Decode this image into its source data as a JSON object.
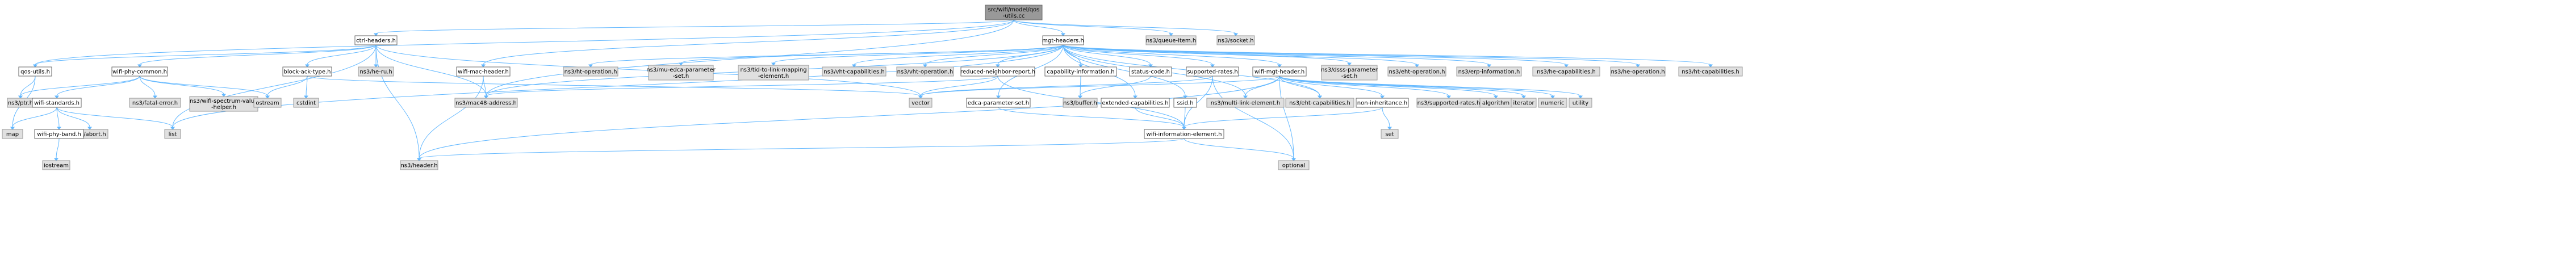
{
  "diagram": {
    "nodes": [
      {
        "id": "src",
        "label": [
          "src/wifi/model/qos",
          "-utils.cc"
        ],
        "kind": "src"
      },
      {
        "id": "ctrl",
        "label": [
          "ctrl-headers.h"
        ],
        "kind": "local"
      },
      {
        "id": "mgt",
        "label": [
          "mgt-headers.h"
        ],
        "kind": "local"
      },
      {
        "id": "queueitem",
        "label": [
          "ns3/queue-item.h"
        ],
        "kind": "ext"
      },
      {
        "id": "socket",
        "label": [
          "ns3/socket.h"
        ],
        "kind": "ext"
      },
      {
        "id": "qosutils",
        "label": [
          "qos-utils.h"
        ],
        "kind": "local"
      },
      {
        "id": "wifiphycommon",
        "label": [
          "wifi-phy-common.h"
        ],
        "kind": "local"
      },
      {
        "id": "blockack",
        "label": [
          "block-ack-type.h"
        ],
        "kind": "local"
      },
      {
        "id": "herutop",
        "label": [
          "ns3/he-ru.h"
        ],
        "kind": "ext"
      },
      {
        "id": "wifimacheader",
        "label": [
          "wifi-mac-header.h"
        ],
        "kind": "local"
      },
      {
        "id": "htop",
        "label": [
          "ns3/ht-operation.h"
        ],
        "kind": "ext"
      },
      {
        "id": "muedca",
        "label": [
          "ns3/mu-edca-parameter",
          "-set.h"
        ],
        "kind": "ext"
      },
      {
        "id": "tidmap",
        "label": [
          "ns3/tid-to-link-mapping",
          "-element.h"
        ],
        "kind": "ext"
      },
      {
        "id": "vhtcap",
        "label": [
          "ns3/vht-capabilities.h"
        ],
        "kind": "ext"
      },
      {
        "id": "vhtop",
        "label": [
          "ns3/vht-operation.h"
        ],
        "kind": "ext"
      },
      {
        "id": "reduced",
        "label": [
          "reduced-neighbor-report.h"
        ],
        "kind": "local"
      },
      {
        "id": "capinfo",
        "label": [
          "capability-information.h"
        ],
        "kind": "local"
      },
      {
        "id": "status",
        "label": [
          "status-code.h"
        ],
        "kind": "local"
      },
      {
        "id": "supported",
        "label": [
          "supported-rates.h"
        ],
        "kind": "local"
      },
      {
        "id": "wifimgt",
        "label": [
          "wifi-mgt-header.h"
        ],
        "kind": "local"
      },
      {
        "id": "dsss",
        "label": [
          "ns3/dsss-parameter",
          "-set.h"
        ],
        "kind": "ext"
      },
      {
        "id": "erpinfo",
        "label": [
          "ns3/erp-information.h"
        ],
        "kind": "ext"
      },
      {
        "id": "ehtop",
        "label": [
          "ns3/eht-operation.h"
        ],
        "kind": "ext"
      },
      {
        "id": "hecap",
        "label": [
          "ns3/he-capabilities.h"
        ],
        "kind": "ext"
      },
      {
        "id": "heop",
        "label": [
          "ns3/he-operation.h"
        ],
        "kind": "ext"
      },
      {
        "id": "htcap",
        "label": [
          "ns3/ht-capabilities.h"
        ],
        "kind": "ext"
      },
      {
        "id": "nsptr",
        "label": [
          "ns3/ptr.h"
        ],
        "kind": "ext"
      },
      {
        "id": "wifistd",
        "label": [
          "wifi-standards.h"
        ],
        "kind": "local"
      },
      {
        "id": "fatal",
        "label": [
          "ns3/fatal-error.h"
        ],
        "kind": "ext"
      },
      {
        "id": "spectrum",
        "label": [
          "ns3/wifi-spectrum-value",
          "-helper.h"
        ],
        "kind": "ext"
      },
      {
        "id": "ostream",
        "label": [
          "ostream"
        ],
        "kind": "ext"
      },
      {
        "id": "cstdint",
        "label": [
          "cstdint"
        ],
        "kind": "ext"
      },
      {
        "id": "mac48",
        "label": [
          "ns3/mac48-address.h"
        ],
        "kind": "ext"
      },
      {
        "id": "vector",
        "label": [
          "vector"
        ],
        "kind": "ext"
      },
      {
        "id": "edca",
        "label": [
          "edca-parameter-set.h"
        ],
        "kind": "local"
      },
      {
        "id": "buffer",
        "label": [
          "ns3/buffer.h"
        ],
        "kind": "ext"
      },
      {
        "id": "extcap",
        "label": [
          "extended-capabilities.h"
        ],
        "kind": "local"
      },
      {
        "id": "ssid",
        "label": [
          "ssid.h"
        ],
        "kind": "local"
      },
      {
        "id": "multilink",
        "label": [
          "ns3/multi-link-element.h"
        ],
        "kind": "ext"
      },
      {
        "id": "ehtcap",
        "label": [
          "ns3/eht-capabilities.h"
        ],
        "kind": "ext"
      },
      {
        "id": "noninherit",
        "label": [
          "non-inheritance.h"
        ],
        "kind": "local"
      },
      {
        "id": "nssupported",
        "label": [
          "ns3/supported-rates.h"
        ],
        "kind": "ext"
      },
      {
        "id": "algorithm",
        "label": [
          "algorithm"
        ],
        "kind": "ext"
      },
      {
        "id": "iterator",
        "label": [
          "iterator"
        ],
        "kind": "ext"
      },
      {
        "id": "numeric",
        "label": [
          "numeric"
        ],
        "kind": "ext"
      },
      {
        "id": "utility",
        "label": [
          "utility"
        ],
        "kind": "ext"
      },
      {
        "id": "map",
        "label": [
          "map"
        ],
        "kind": "ext"
      },
      {
        "id": "abort",
        "label": [
          "ns3/abort.h"
        ],
        "kind": "ext"
      },
      {
        "id": "list",
        "label": [
          "list"
        ],
        "kind": "ext"
      },
      {
        "id": "wifiphyband",
        "label": [
          "wifi-phy-band.h"
        ],
        "kind": "local"
      },
      {
        "id": "iostream",
        "label": [
          "iostream"
        ],
        "kind": "ext"
      },
      {
        "id": "wifiinfo",
        "label": [
          "wifi-information-element.h"
        ],
        "kind": "local"
      },
      {
        "id": "set",
        "label": [
          "set"
        ],
        "kind": "ext"
      },
      {
        "id": "optional",
        "label": [
          "optional"
        ],
        "kind": "ext"
      },
      {
        "id": "header",
        "label": [
          "ns3/header.h"
        ],
        "kind": "ext"
      }
    ],
    "edges": [
      [
        "src",
        "ctrl"
      ],
      [
        "src",
        "mgt"
      ],
      [
        "src",
        "queueitem"
      ],
      [
        "src",
        "socket"
      ],
      [
        "src",
        "qosutils"
      ],
      [
        "src",
        "wifimacheader"
      ],
      [
        "src",
        "mac48"
      ],
      [
        "ctrl",
        "qosutils"
      ],
      [
        "ctrl",
        "wifiphycommon"
      ],
      [
        "ctrl",
        "blockack"
      ],
      [
        "ctrl",
        "herutop"
      ],
      [
        "ctrl",
        "list"
      ],
      [
        "ctrl",
        "header"
      ],
      [
        "ctrl",
        "mac48"
      ],
      [
        "ctrl",
        "vector"
      ],
      [
        "qosutils",
        "nsptr"
      ],
      [
        "qosutils",
        "map"
      ],
      [
        "wifiphycommon",
        "nsptr"
      ],
      [
        "wifiphycommon",
        "wifistd"
      ],
      [
        "wifiphycommon",
        "fatal"
      ],
      [
        "wifiphycommon",
        "spectrum"
      ],
      [
        "wifiphycommon",
        "ostream"
      ],
      [
        "wifistd",
        "wifiphyband"
      ],
      [
        "wifistd",
        "abort"
      ],
      [
        "wifistd",
        "map"
      ],
      [
        "wifistd",
        "list"
      ],
      [
        "wifiphyband",
        "iostream"
      ],
      [
        "blockack",
        "ostream"
      ],
      [
        "blockack",
        "cstdint"
      ],
      [
        "blockack",
        "vector"
      ],
      [
        "wifimacheader",
        "mac48"
      ],
      [
        "wifimacheader",
        "header"
      ],
      [
        "mgt",
        "htop"
      ],
      [
        "mgt",
        "muedca"
      ],
      [
        "mgt",
        "tidmap"
      ],
      [
        "mgt",
        "vhtcap"
      ],
      [
        "mgt",
        "vhtop"
      ],
      [
        "mgt",
        "reduced"
      ],
      [
        "mgt",
        "capinfo"
      ],
      [
        "mgt",
        "status"
      ],
      [
        "mgt",
        "supported"
      ],
      [
        "mgt",
        "wifimgt"
      ],
      [
        "mgt",
        "dsss"
      ],
      [
        "mgt",
        "ehtop"
      ],
      [
        "mgt",
        "erpinfo"
      ],
      [
        "mgt",
        "hecap"
      ],
      [
        "mgt",
        "heop"
      ],
      [
        "mgt",
        "htcap"
      ],
      [
        "mgt",
        "mac48"
      ],
      [
        "mgt",
        "edca"
      ],
      [
        "mgt",
        "extcap"
      ],
      [
        "mgt",
        "ssid"
      ],
      [
        "mgt",
        "multilink"
      ],
      [
        "mgt",
        "ehtcap"
      ],
      [
        "mgt",
        "list"
      ],
      [
        "reduced",
        "wifiinfo"
      ],
      [
        "reduced",
        "vector"
      ],
      [
        "reduced",
        "mac48"
      ],
      [
        "capinfo",
        "buffer"
      ],
      [
        "status",
        "buffer"
      ],
      [
        "supported",
        "wifiinfo"
      ],
      [
        "supported",
        "optional"
      ],
      [
        "supported",
        "vector"
      ],
      [
        "edca",
        "wifiinfo"
      ],
      [
        "extcap",
        "wifiinfo"
      ],
      [
        "ssid",
        "wifiinfo"
      ],
      [
        "wifimgt",
        "noninherit"
      ],
      [
        "wifimgt",
        "multilink"
      ],
      [
        "wifimgt",
        "ehtcap"
      ],
      [
        "wifimgt",
        "nssupported"
      ],
      [
        "wifimgt",
        "algorithm"
      ],
      [
        "wifimgt",
        "iterator"
      ],
      [
        "wifimgt",
        "numeric"
      ],
      [
        "wifimgt",
        "optional"
      ],
      [
        "wifimgt",
        "utility"
      ],
      [
        "wifimgt",
        "vector"
      ],
      [
        "wifimgt",
        "header"
      ],
      [
        "noninherit",
        "wifiinfo"
      ],
      [
        "noninherit",
        "set"
      ],
      [
        "wifiinfo",
        "header"
      ],
      [
        "wifiinfo",
        "optional"
      ]
    ]
  }
}
